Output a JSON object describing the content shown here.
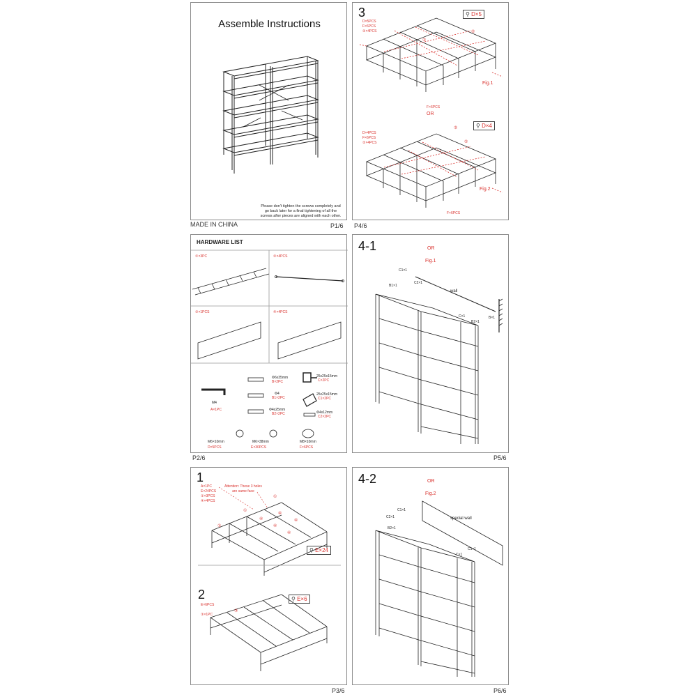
{
  "p1": {
    "title": "Assemble Instructions",
    "note_lines": [
      "Please don't tighten the screws completely and",
      "go back later for a final tightening of all the",
      "screws after pieces are aligned with each other."
    ],
    "footer_left": "MADE IN CHINA",
    "page": "P1/6"
  },
  "p2": {
    "title": "HARDWARE LIST",
    "parts": [
      "①×3PC",
      "②×4PCS",
      "③×1PCS",
      "④×4PCS"
    ],
    "hardware": {
      "allen_label": "M4",
      "allen_qty": "A×1PC",
      "bolt1_label": "Φ6x35mm",
      "bolt1_qty": "B×2PC",
      "screw1_label": "Φ4",
      "screw1_qty": "B1×2PC",
      "screw2_label": "Φ4x25mm",
      "screw2_qty": "B2×2PC",
      "bracket1_label": "25x25x15mm",
      "bracket1_qty": "C×2PC",
      "bracket2_label": "25x25x15mm",
      "bracket2_qty": "C1×2PC",
      "screw3_label": "Φ4x12mm",
      "screw3_qty": "C2×2PC",
      "bolt_d_label": "M6×10mm",
      "bolt_d_qty": "D×5PCS",
      "bolt_e_label": "M6×38mm",
      "bolt_e_qty": "E×30PCS",
      "foot_label": "M8×10mm",
      "foot_qty": "F×6PCS"
    },
    "page": "P2/6"
  },
  "p3": {
    "step1": {
      "num": "1",
      "items": [
        "A×1PC",
        "E×24PCS",
        "①×3PCS",
        "④×4PCS"
      ],
      "attention_lines": [
        "Attention:  These 3 holes",
        "are same face"
      ],
      "screw_tag": "E×24",
      "callouts": [
        "①",
        "①",
        "④",
        "④",
        "④",
        "④",
        "④",
        "①"
      ]
    },
    "step2": {
      "num": "2",
      "items": [
        "E×6PCS",
        "③×1PC"
      ],
      "screw_tag": "E×6",
      "callouts": [
        "③"
      ]
    },
    "page": "P3/6"
  },
  "p4": {
    "num": "3",
    "fig1": {
      "items": [
        "D×5PCS",
        "F×6PCS",
        "②×4PCS"
      ],
      "screw_tag": "D×5",
      "label": "Fig.1",
      "foot": "F×6PCS",
      "callouts": [
        "②",
        "②"
      ]
    },
    "or": "OR",
    "fig2": {
      "items": [
        "D×4PCS",
        "F×6PCS",
        "②×4PCS"
      ],
      "screw_tag": "D×4",
      "label": "Fig.2",
      "foot": "F×6PCS",
      "callouts": [
        "②",
        "②"
      ]
    },
    "page": "P4/6"
  },
  "p5": {
    "num": "4-1",
    "or": "OR",
    "fig": "Fig.1",
    "wall": "wall",
    "labels": [
      "C1×1",
      "C2×1",
      "B1×1",
      "B2×1",
      "C×1",
      "B×1"
    ],
    "page": "P5/6"
  },
  "p6": {
    "num": "4-2",
    "or": "OR",
    "fig": "Fig.2",
    "wall": "special wall",
    "labels": [
      "C1×1",
      "C2×1",
      "B2×1",
      "C×1",
      "C1×1"
    ],
    "page": "P6/6"
  }
}
